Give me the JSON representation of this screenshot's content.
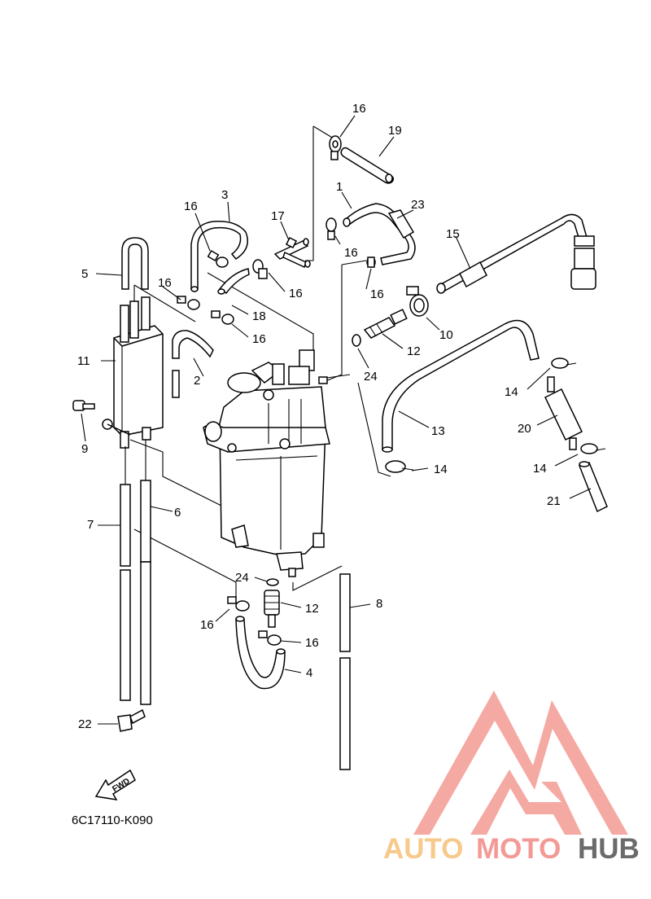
{
  "diagram": {
    "labels": {
      "l1": "1",
      "l2": "2",
      "l3": "3",
      "l4": "4",
      "l5": "5",
      "l6": "6",
      "l7": "7",
      "l8": "8",
      "l9": "9",
      "l10": "10",
      "l11": "11",
      "l12a": "12",
      "l12b": "12",
      "l13": "13",
      "l14a": "14",
      "l14b": "14",
      "l14c": "14",
      "l15": "15",
      "l16a": "16",
      "l16b": "16",
      "l16c": "16",
      "l16d": "16",
      "l16e": "16",
      "l16f": "16",
      "l16g": "16",
      "l16h": "16",
      "l17": "17",
      "l18": "18",
      "l19": "19",
      "l20": "20",
      "l21": "21",
      "l22": "22",
      "l23": "23",
      "l24a": "24",
      "l24b": "24"
    },
    "fwd_label": "FWD",
    "drawing_code": "6C17110-K090"
  },
  "watermark": {
    "text_a": "AUTO",
    "text_b": "MOTO",
    "text_c": "HUB",
    "color_a": "#f7c98a",
    "color_b": "#f39a96",
    "color_c": "#6b6b6b",
    "logo_color": "#f4a09a"
  }
}
